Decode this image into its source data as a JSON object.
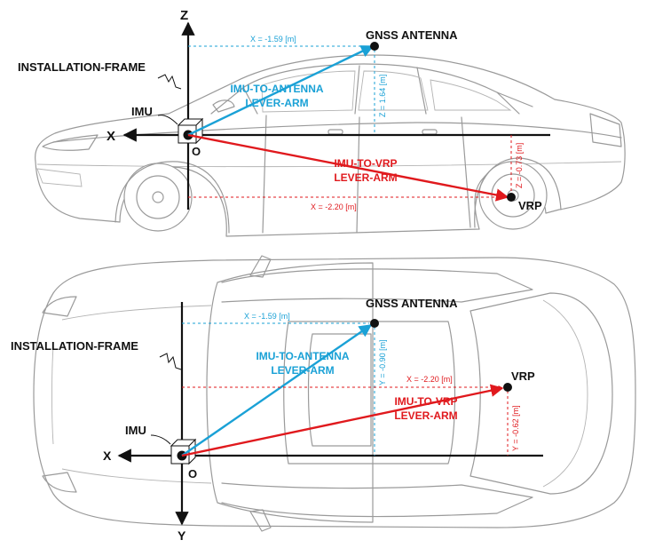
{
  "colors": {
    "axis": "#111111",
    "antenna": "#1aa1d6",
    "vrp": "#e0191d",
    "car_line": "#9a9a9a"
  },
  "side_view": {
    "axis_z": "Z",
    "axis_x": "X",
    "origin": "O",
    "installation_frame": "INSTALLATION-FRAME",
    "imu": "IMU",
    "gnss_antenna": "GNSS ANTENNA",
    "antenna_arm_line1": "IMU-TO-ANTENNA",
    "antenna_arm_line2": "LEVER-ARM",
    "vrp_arm_line1": "IMU-TO-VRP",
    "vrp_arm_line2": "LEVER-ARM",
    "vrp": "VRP",
    "dim_antenna_x": "X = -1.59 [m]",
    "dim_antenna_z": "Z = 1.64 [m]",
    "dim_vrp_x": "X = -2.20 [m]",
    "dim_vrp_z": "Z = -0.73 [m]"
  },
  "top_view": {
    "axis_x": "X",
    "axis_y": "Y",
    "origin": "O",
    "installation_frame": "INSTALLATION-FRAME",
    "imu": "IMU",
    "gnss_antenna": "GNSS ANTENNA",
    "antenna_arm_line1": "IMU-TO-ANTENNA",
    "antenna_arm_line2": "LEVER-ARM",
    "vrp_arm_line1": "IMU-TO-VRP",
    "vrp_arm_line2": "LEVER-ARM",
    "vrp": "VRP",
    "dim_antenna_x": "X = -1.59 [m]",
    "dim_antenna_y": "Y = -0.90 [m]",
    "dim_vrp_x": "X = -2.20 [m]",
    "dim_vrp_y": "Y = -0.62 [m]"
  }
}
